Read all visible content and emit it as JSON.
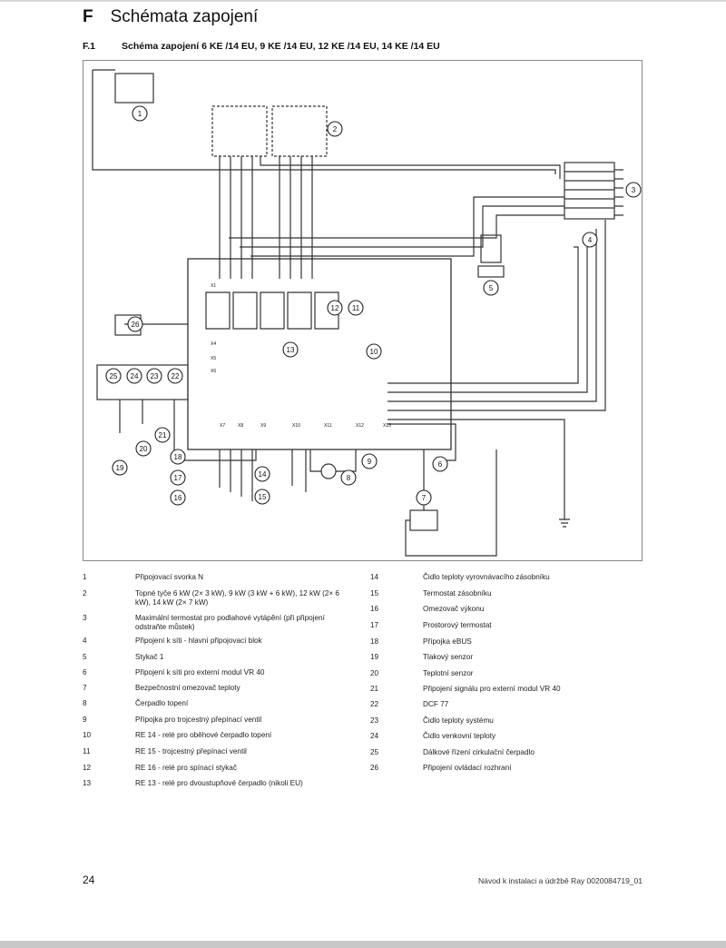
{
  "chapter": {
    "letter": "F",
    "title": "Schémata zapojení"
  },
  "section": {
    "number": "F.1",
    "title": "Schéma zapojení 6 KE /14 EU, 9 KE /14 EU, 12 KE /14 EU, 14 KE /14 EU"
  },
  "diagram": {
    "callouts": [
      "1",
      "2",
      "3",
      "4",
      "5",
      "6",
      "7",
      "8",
      "9",
      "10",
      "11",
      "12",
      "13",
      "14",
      "15",
      "16",
      "17",
      "18",
      "19",
      "20",
      "21",
      "22",
      "23",
      "24",
      "25",
      "26"
    ],
    "board_labels": [
      "X1",
      "X4",
      "X5",
      "X6",
      "X7",
      "X8",
      "X9",
      "X10",
      "X11",
      "X12",
      "X13"
    ]
  },
  "legend": {
    "left": [
      {
        "num": "1",
        "text": "Připojovací svorka N"
      },
      {
        "num": "2",
        "text": "Topné tyče 6 kW (2× 3 kW), 9 kW (3 kW + 6 kW), 12 kW (2× 6 kW), 14 kW (2× 7 kW)"
      },
      {
        "num": "3",
        "text": "Maximální termostat pro podlahové vytápění (při připojení odstraňte můstek)"
      },
      {
        "num": "4",
        "text": "Připojení k síti - hlavní připojovací blok"
      },
      {
        "num": "5",
        "text": "Stykač 1"
      },
      {
        "num": "6",
        "text": "Připojení k síti pro externí modul VR 40"
      },
      {
        "num": "7",
        "text": "Bezpečnostní omezovač teploty"
      },
      {
        "num": "8",
        "text": "Čerpadlo topení"
      },
      {
        "num": "9",
        "text": "Přípojka pro trojcestný přepínací ventil"
      },
      {
        "num": "10",
        "text": "RE 14 - relé pro oběhové čerpadlo topení"
      },
      {
        "num": "11",
        "text": "RE 15 - trojcestný přepínací ventil"
      },
      {
        "num": "12",
        "text": "RE 16 - relé pro spínací stykač"
      },
      {
        "num": "13",
        "text": "RE 13 - relé pro dvoustupňové čerpadlo (nikoli EU)"
      }
    ],
    "right": [
      {
        "num": "14",
        "text": "Čidlo teploty vyrovnávacího zásobníku"
      },
      {
        "num": "15",
        "text": "Termostat zásobníku"
      },
      {
        "num": "16",
        "text": "Omezovač výkonu"
      },
      {
        "num": "17",
        "text": "Prostorový termostat"
      },
      {
        "num": "18",
        "text": "Přípojka eBUS"
      },
      {
        "num": "19",
        "text": "Tlakový senzor"
      },
      {
        "num": "20",
        "text": "Teplotní senzor"
      },
      {
        "num": "21",
        "text": "Připojení signálu pro externí modul VR 40"
      },
      {
        "num": "22",
        "text": "DCF 77"
      },
      {
        "num": "23",
        "text": "Čidlo teploty systému"
      },
      {
        "num": "24",
        "text": "Čidlo venkovní teploty"
      },
      {
        "num": "25",
        "text": "Dálkové řízení cirkulační čerpadlo"
      },
      {
        "num": "26",
        "text": "Připojení ovládací rozhraní"
      }
    ]
  },
  "footer": {
    "page_number": "24",
    "document": "Návod k instalaci a údržbě Ray 0020084719_01"
  }
}
